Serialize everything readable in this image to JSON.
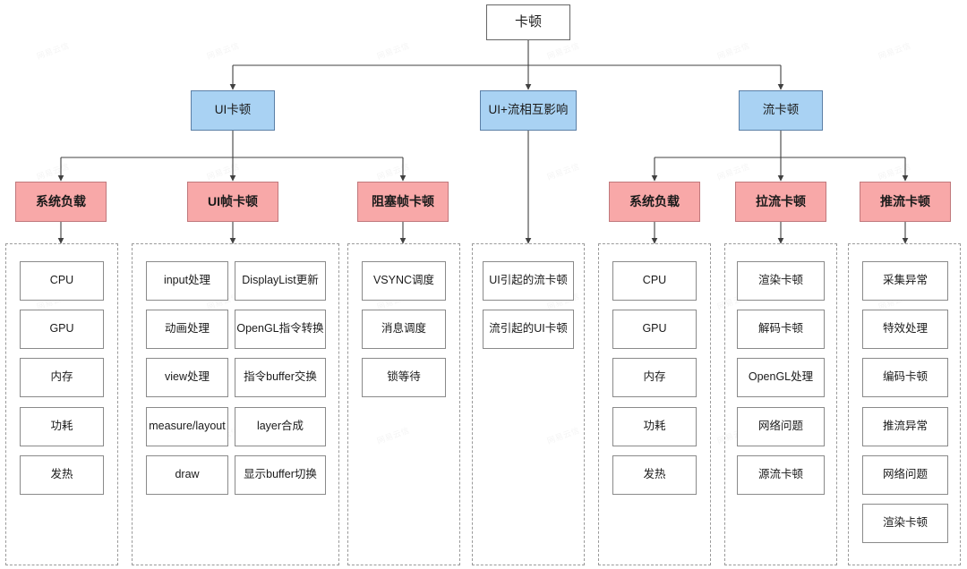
{
  "diagram": {
    "title": "卡顿",
    "type": "tree-taxonomy",
    "colors": {
      "level2_fill": "#a9d2f3",
      "level2_stroke": "#5b7fa6",
      "level3_fill": "#f8a8a8",
      "level3_stroke": "#c0787c",
      "leaf_fill": "#ffffff",
      "leaf_stroke": "#8a8a8a",
      "group_stroke": "#9a9a9a",
      "wire_stroke": "#404040",
      "background": "#ffffff"
    },
    "root": {
      "label": "卡顿"
    },
    "level2": [
      {
        "label": "UI卡顿"
      },
      {
        "label": "UI+流相互影响"
      },
      {
        "label": "流卡顿"
      }
    ],
    "level3": [
      {
        "label": "系统负载"
      },
      {
        "label": "UI帧卡顿"
      },
      {
        "label": "阻塞帧卡顿"
      },
      {
        "label": "系统负载"
      },
      {
        "label": "拉流卡顿"
      },
      {
        "label": "推流卡顿"
      }
    ],
    "groups": [
      {
        "name": "system-load-ui",
        "columns": 1,
        "items": [
          "CPU",
          "GPU",
          "内存",
          "功耗",
          "发热"
        ]
      },
      {
        "name": "ui-frame-jank",
        "columns": 2,
        "items": [
          "input处理",
          "DisplayList更新",
          "动画处理",
          "OpenGL指令转换",
          "view处理",
          "指令buffer交换",
          "measure/layout",
          "layer合成",
          "draw",
          "显示buffer切换"
        ]
      },
      {
        "name": "blocked-frame-jank",
        "columns": 1,
        "items": [
          "VSYNC调度",
          "消息调度",
          "锁等待"
        ]
      },
      {
        "name": "ui-stream-interaction",
        "columns": 1,
        "items": [
          "UI引起的流卡顿",
          "流引起的UI卡顿"
        ]
      },
      {
        "name": "system-load-stream",
        "columns": 1,
        "items": [
          "CPU",
          "GPU",
          "内存",
          "功耗",
          "发热"
        ]
      },
      {
        "name": "pull-stream-jank",
        "columns": 1,
        "items": [
          "渲染卡顿",
          "解码卡顿",
          "OpenGL处理",
          "网络问题",
          "源流卡顿"
        ]
      },
      {
        "name": "push-stream-jank",
        "columns": 1,
        "items": [
          "采集异常",
          "特效处理",
          "编码卡顿",
          "推流异常",
          "网络问题",
          "渲染卡顿"
        ]
      }
    ]
  }
}
